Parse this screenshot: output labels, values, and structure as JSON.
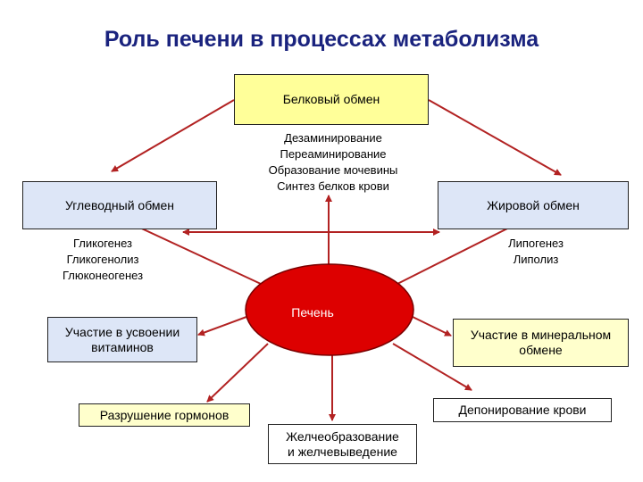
{
  "title": "Роль печени в процессах метаболизма",
  "nodes": {
    "protein": "Белковый обмен",
    "carb": "Углеводный обмен",
    "fat": "Жировой обмен",
    "liver": "Печень",
    "vitamins_line1": "Участие в усвоении",
    "vitamins_line2": "витаминов",
    "mineral_line1": "Участие в минеральном",
    "mineral_line2": "обмене",
    "hormones": "Разрушение гормонов",
    "blood": "Депонирование крови",
    "bile_line1": "Желчеобразование",
    "bile_line2": "и желчевыведение"
  },
  "protein_processes": [
    "Дезаминирование",
    "Переаминирование",
    "Образование мочевины",
    "Синтез белков крови"
  ],
  "carb_processes": [
    "Гликогенез",
    "Гликогенолиз",
    "Глюконеогенез"
  ],
  "fat_processes": [
    "Липогенез",
    "Липолиз"
  ],
  "colors": {
    "arrow": "#b22222",
    "liver_fill": "#dd0000",
    "title": "#1a237e"
  }
}
